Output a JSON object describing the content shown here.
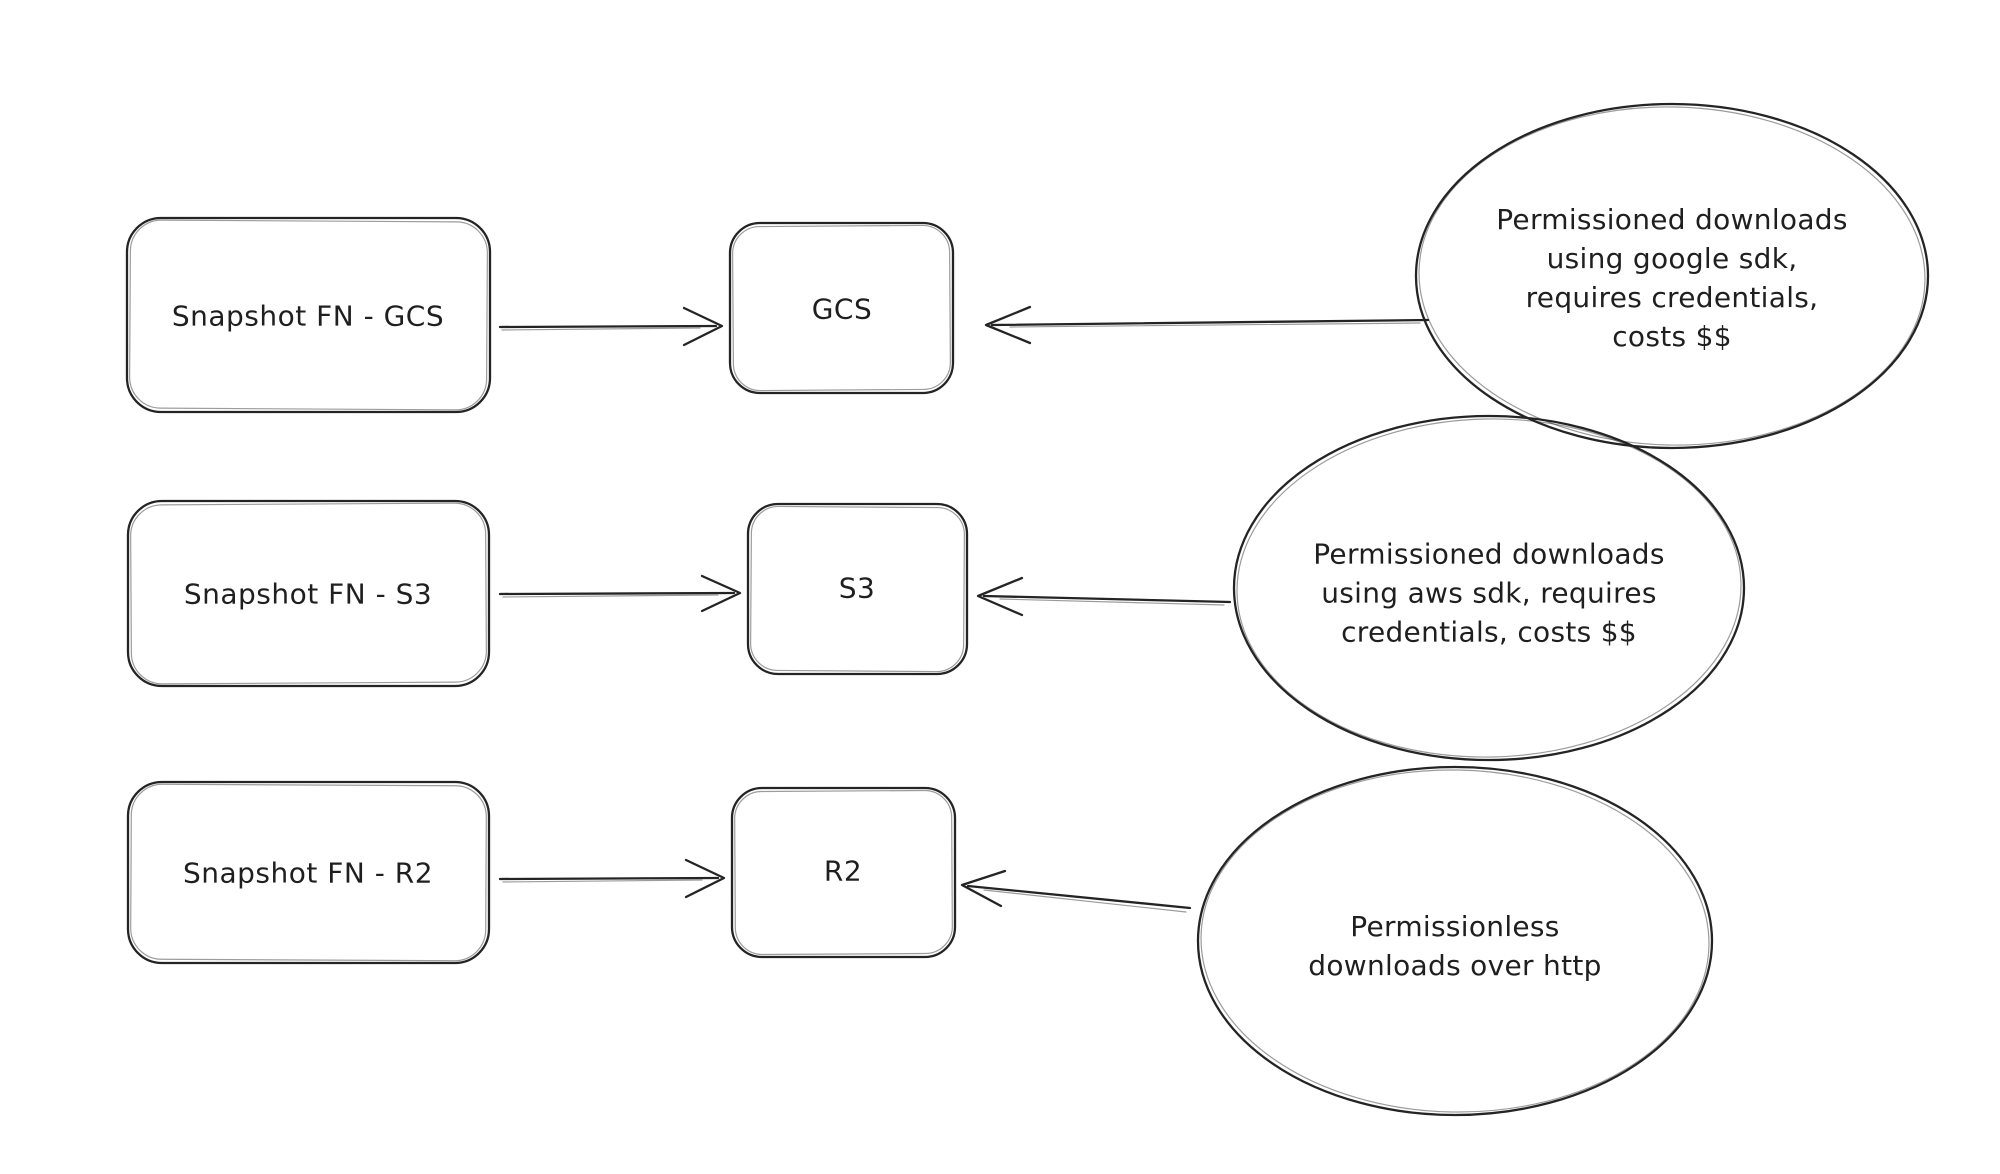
{
  "diagram": {
    "title_hint": "Snapshot download paths diagram",
    "colors": {
      "stroke": "#242424",
      "background": "#ffffff",
      "text": "#1f1f1f"
    },
    "rows": [
      {
        "source": "Snapshot FN - GCS",
        "target": "GCS",
        "note_lines": [
          "Permissioned downloads",
          "using google sdk,",
          "requires credentials,",
          "costs $$"
        ]
      },
      {
        "source": "Snapshot FN - S3",
        "target": "S3",
        "note_lines": [
          "Permissioned downloads",
          "using aws sdk, requires",
          "credentials, costs $$"
        ]
      },
      {
        "source": "Snapshot FN - R2",
        "target": "R2",
        "note_lines": [
          "Permissionless",
          "downloads over http"
        ]
      }
    ]
  }
}
